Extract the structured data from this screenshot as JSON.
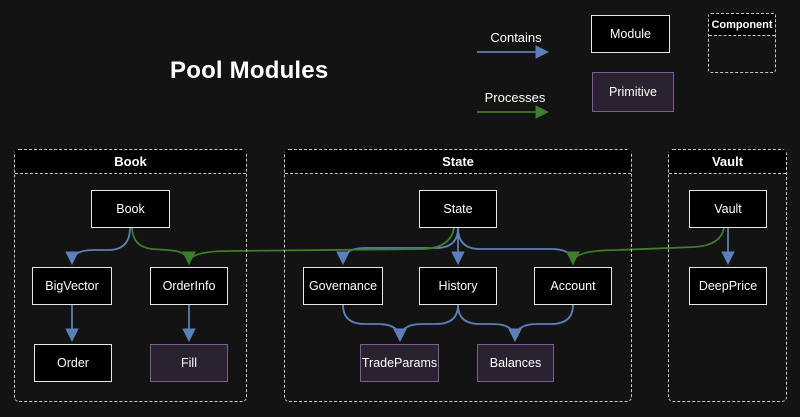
{
  "title": "Pool Modules",
  "legend": {
    "contains_label": "Contains",
    "processes_label": "Processes",
    "module_label": "Module",
    "primitive_label": "Primitive",
    "component_label": "Component"
  },
  "containers": {
    "book": {
      "label": "Book"
    },
    "state": {
      "label": "State"
    },
    "vault": {
      "label": "Vault"
    }
  },
  "nodes": {
    "book": {
      "label": "Book",
      "type": "module",
      "container": "Book"
    },
    "bigvector": {
      "label": "BigVector",
      "type": "module",
      "container": "Book"
    },
    "orderinfo": {
      "label": "OrderInfo",
      "type": "module",
      "container": "Book"
    },
    "order": {
      "label": "Order",
      "type": "module",
      "container": "Book"
    },
    "fill": {
      "label": "Fill",
      "type": "primitive",
      "container": "Book"
    },
    "state": {
      "label": "State",
      "type": "module",
      "container": "State"
    },
    "governance": {
      "label": "Governance",
      "type": "module",
      "container": "State"
    },
    "history": {
      "label": "History",
      "type": "module",
      "container": "State"
    },
    "account": {
      "label": "Account",
      "type": "module",
      "container": "State"
    },
    "tradeparams": {
      "label": "TradeParams",
      "type": "primitive",
      "container": "State"
    },
    "balances": {
      "label": "Balances",
      "type": "primitive",
      "container": "State"
    },
    "vault": {
      "label": "Vault",
      "type": "module",
      "container": "Vault"
    },
    "deepprice": {
      "label": "DeepPrice",
      "type": "module",
      "container": "Vault"
    }
  },
  "edges": [
    {
      "from": "Book",
      "to": "BigVector",
      "type": "contains"
    },
    {
      "from": "BigVector",
      "to": "Order",
      "type": "contains"
    },
    {
      "from": "OrderInfo",
      "to": "Fill",
      "type": "contains"
    },
    {
      "from": "State",
      "to": "Governance",
      "type": "contains"
    },
    {
      "from": "State",
      "to": "History",
      "type": "contains"
    },
    {
      "from": "State",
      "to": "Account",
      "type": "contains"
    },
    {
      "from": "Governance",
      "to": "TradeParams",
      "type": "contains"
    },
    {
      "from": "History",
      "to": "TradeParams",
      "type": "contains"
    },
    {
      "from": "History",
      "to": "Balances",
      "type": "contains"
    },
    {
      "from": "Account",
      "to": "Balances",
      "type": "contains"
    },
    {
      "from": "Vault",
      "to": "DeepPrice",
      "type": "contains"
    },
    {
      "from": "Book",
      "to": "OrderInfo",
      "type": "processes"
    },
    {
      "from": "State",
      "to": "OrderInfo",
      "type": "processes"
    },
    {
      "from": "Vault",
      "to": "Account",
      "type": "processes"
    }
  ],
  "theme": {
    "background": "#131313",
    "module_fill": "#000000",
    "module_border": "#e6e6e6",
    "primitive_fill": "#2a2230",
    "primitive_border": "#7b5e94",
    "container_border": "#c8c8c8",
    "contains_color": "#5b7fb8",
    "processes_color": "#3e7d2a",
    "text_color": "#ffffff"
  }
}
